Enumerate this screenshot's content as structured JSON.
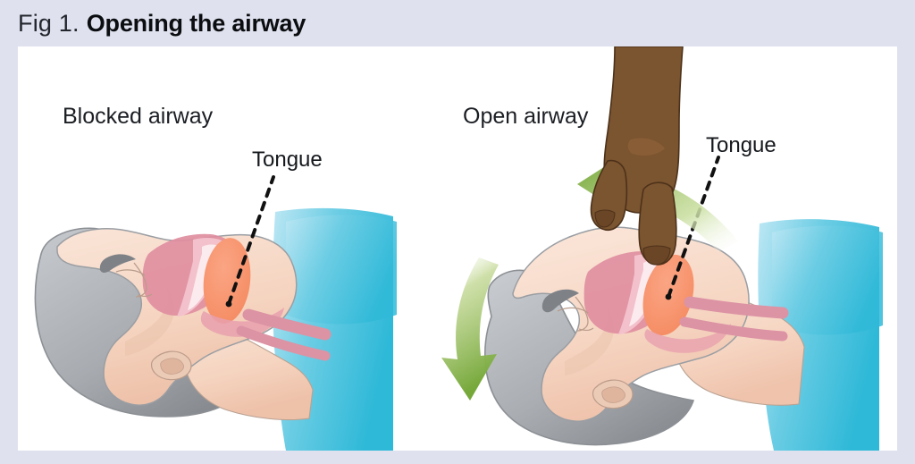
{
  "figure": {
    "number": "Fig 1.",
    "title": "Opening the airway",
    "background_color": "#dfe2ee",
    "panel_color": "#ffffff"
  },
  "panels": [
    {
      "id": "blocked",
      "label": "Blocked airway",
      "callout": "Tongue",
      "description": "Head in neutral position with tongue obstructing the airway"
    },
    {
      "id": "open",
      "label": "Open airway",
      "callout": "Tongue",
      "description": "Head tilted back with chin lift, tongue lifted clear of the airway"
    }
  ],
  "arrows": [
    {
      "id": "head-tilt-arrow",
      "direction": "down-left",
      "color": "#7aa93c",
      "meaning": "head tilts backward"
    },
    {
      "id": "chin-lift-arrow",
      "direction": "left",
      "color": "#7aa93c",
      "meaning": "chin lifted by fingers"
    }
  ],
  "colors": {
    "skin": "#f6d9c8",
    "skin_shadow": "#eec3ad",
    "hair_gray": "#a9adb2",
    "tongue": "#f6906e",
    "soft_tissue_pink": "#e79aa8",
    "airway_pink": "#dc93a4",
    "clothing_cyan_light": "#b3e4f3",
    "clothing_cyan_dark": "#35bcd9",
    "hand_brown": "#7b5430",
    "outline": "#8a8d92",
    "arrow_green": "#7aa93c",
    "leader_line": "#111111"
  },
  "anatomy_parts": [
    "head",
    "hair",
    "eyebrow",
    "eye",
    "nose",
    "ear",
    "chin",
    "nasal-cavity",
    "soft-palate",
    "tongue",
    "pharynx",
    "trachea",
    "esophagus",
    "neck",
    "clothing"
  ]
}
